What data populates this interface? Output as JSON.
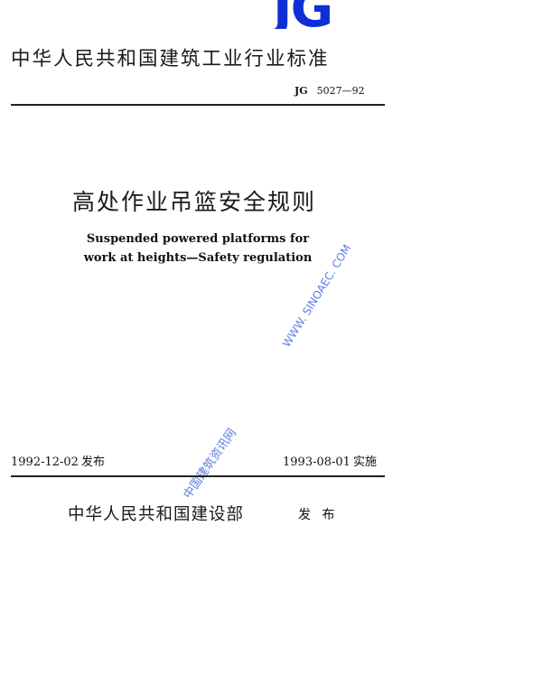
{
  "logo": {
    "text": "JG",
    "color": "#0f2fd6"
  },
  "header": {
    "title": "中华人民共和国建筑工业行业标准"
  },
  "standard": {
    "prefix": "JG",
    "number": "5027—92"
  },
  "title": {
    "chinese": "高处作业吊篮安全规则",
    "english_line1": "Suspended powered platforms for",
    "english_line2": "work at heights—Safety regulation"
  },
  "dates": {
    "issued_date": "1992-12-02",
    "issued_label": "发布",
    "effective_date": "1993-08-01",
    "effective_label": "实施"
  },
  "issuer": {
    "name": "中华人民共和国建设部",
    "action": "发 布"
  },
  "watermarks": {
    "url": "WWW. SINOAEC. COM",
    "site_name": "中国建筑资讯网",
    "color": "#4a6fe0"
  }
}
